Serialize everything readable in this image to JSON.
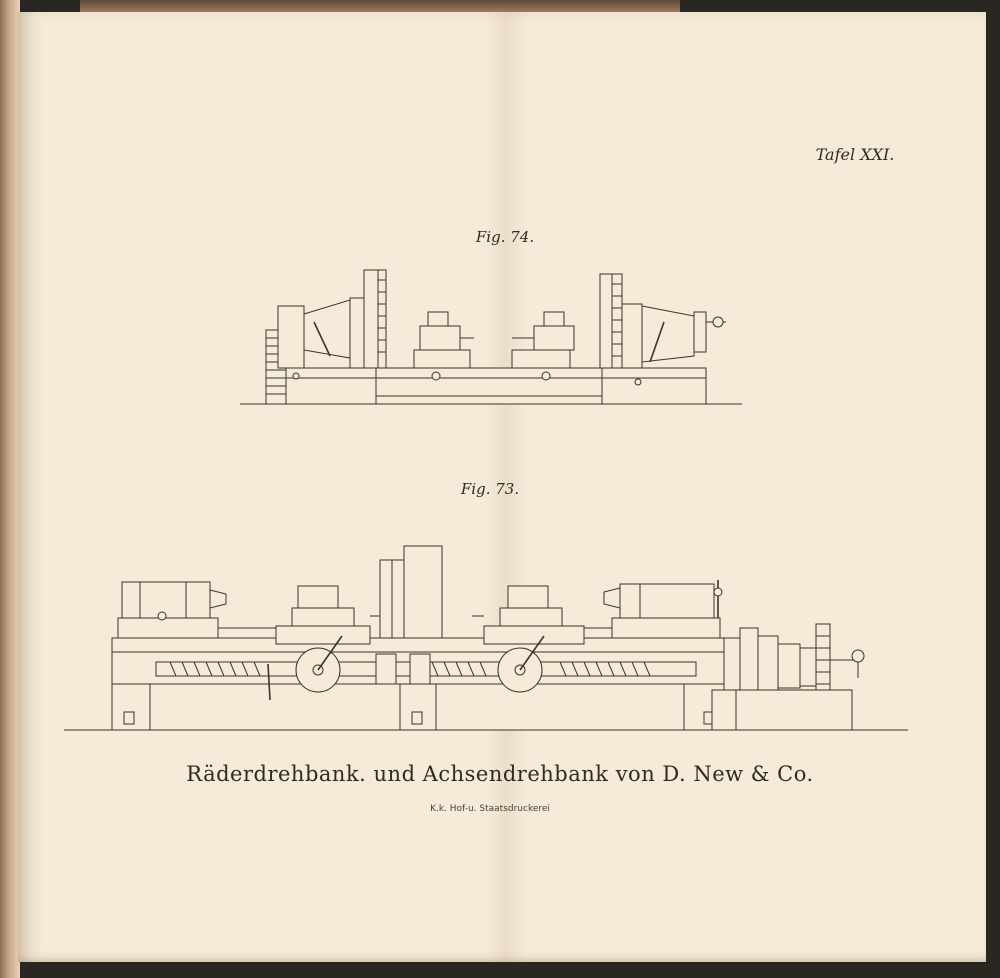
{
  "plate": {
    "number": "Tafel XXI."
  },
  "figures": {
    "top": {
      "label": "Fig. 74."
    },
    "bottom": {
      "label": "Fig. 73."
    }
  },
  "caption": {
    "title": "Räderdrehbank. und Achsendrehbank von D. New & Co."
  },
  "imprint": {
    "text": "K.k. Hof-u. Staatsdruckerei"
  },
  "colors": {
    "paper": "#f6ead8",
    "ink": "#3a342e",
    "binding": "#8a7058"
  }
}
